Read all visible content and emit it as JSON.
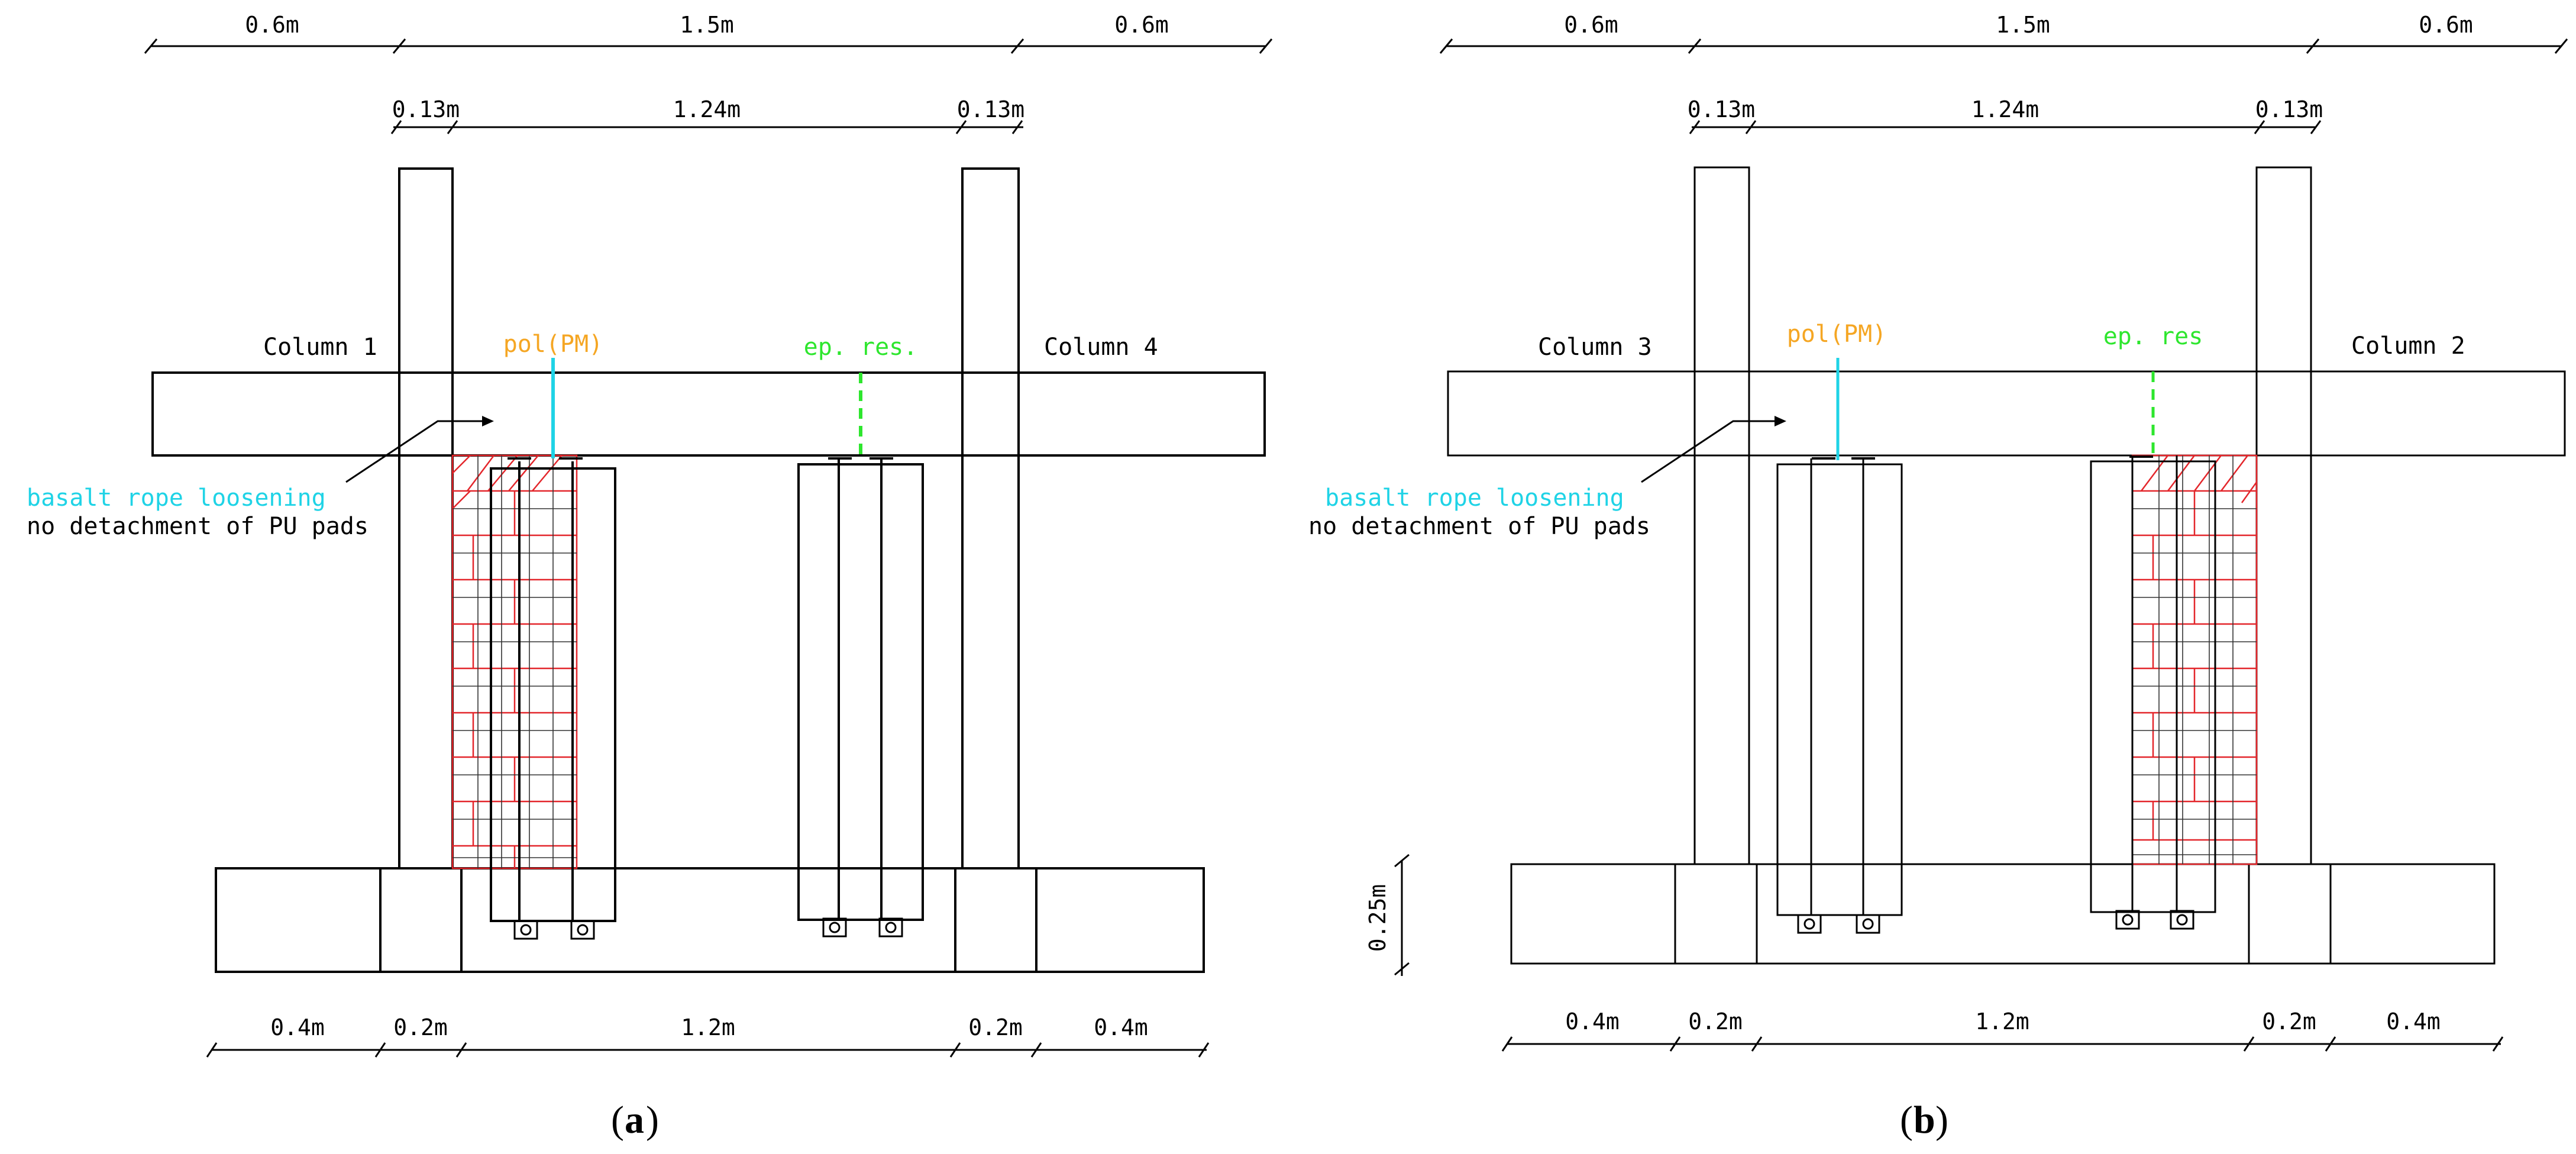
{
  "panels": [
    {
      "id": "a",
      "caption": "a",
      "top_dims": [
        "0.6m",
        "1.5m",
        "0.6m"
      ],
      "sub_dims": [
        "0.13m",
        "1.24m",
        "0.13m"
      ],
      "column_left": "Column 1",
      "column_right": "Column 4",
      "label_pol": "pol(PM)",
      "label_ep": "ep. res.",
      "note_blue": "basalt rope loosening",
      "note_black": "no detachment of PU pads",
      "bottom_dims": [
        "0.4m",
        "0.2m",
        "1.2m",
        "0.2m",
        "0.4m"
      ],
      "damaged_side": "left"
    },
    {
      "id": "b",
      "caption": "b",
      "top_dims": [
        "0.6m",
        "1.5m",
        "0.6m"
      ],
      "sub_dims": [
        "0.13m",
        "1.24m",
        "0.13m"
      ],
      "column_left": "Column 3",
      "column_right": "Column 2",
      "label_pol": "pol(PM)",
      "label_ep": "ep. res",
      "note_blue": "basalt rope loosening",
      "note_black": "no detachment of PU pads",
      "height_dim": "0.25m",
      "bottom_dims": [
        "0.4m",
        "0.2m",
        "1.2m",
        "0.2m",
        "0.4m"
      ],
      "damaged_side": "right"
    }
  ],
  "colors": {
    "pol": "#f5a623",
    "ep": "#2ee62e",
    "blue_note": "#1fd3e6",
    "cyan_line": "#1fd3e6",
    "damage": "#e3262b"
  }
}
